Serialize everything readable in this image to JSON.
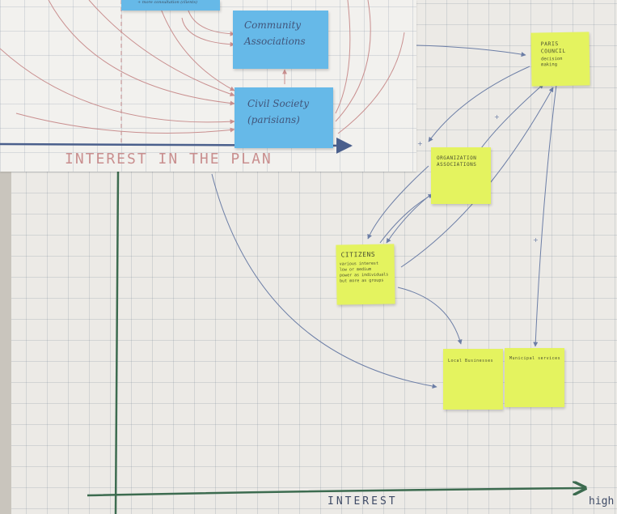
{
  "inset": {
    "axis_label": "INTEREST IN THE PLAN",
    "top_note_text": "+ more consultation (clients)",
    "notes": {
      "community_associations": "Community\nAssociations",
      "civil_society": "Civil Society\n(parisians)"
    }
  },
  "main": {
    "axis_label": "INTEREST",
    "axis_end_label": "high",
    "notes": {
      "paris_council": {
        "title": "PARIS\nCOUNCIL",
        "sub": "decision\nmaking"
      },
      "organization_associations": {
        "title": "ORGANIZATION\nASSOCIATIONS"
      },
      "citizens": {
        "title": "CITIZENS",
        "sub": "various interest\nlow or medium\npower as individuals\nbut more as groups"
      },
      "local_businesses": {
        "title": "Local Businesses"
      },
      "municipal_services": {
        "title": "Municipal services"
      }
    },
    "edge_labels": [
      "+",
      "+",
      "+"
    ]
  },
  "colors": {
    "yellow_note": "#e4f35f",
    "blue_note": "#66b9e8",
    "axis_green": "#3c6b4f",
    "arrow_blue": "#6c7ea6",
    "arrow_red": "#c98f8f"
  }
}
